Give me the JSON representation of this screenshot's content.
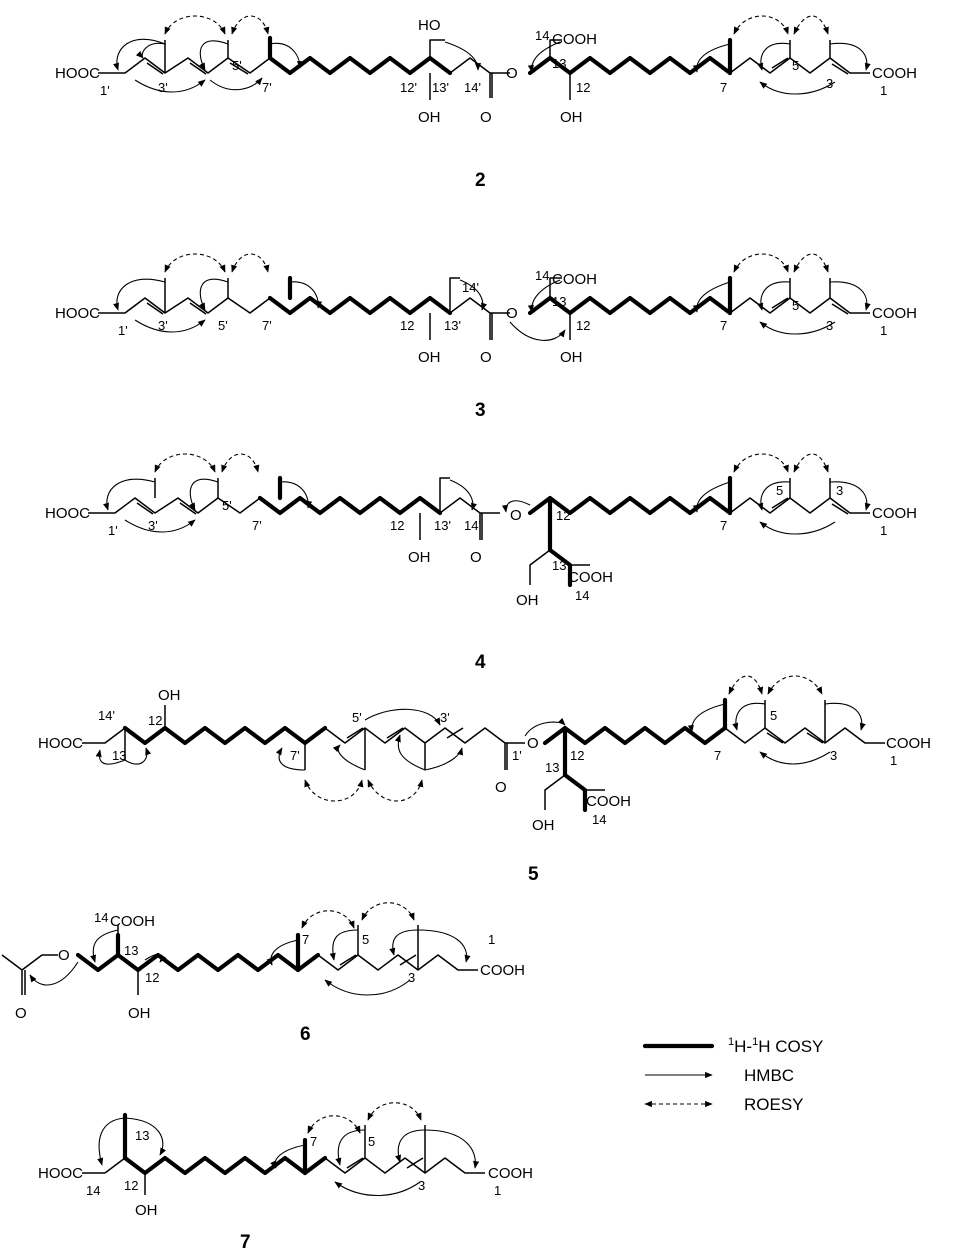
{
  "compounds": [
    {
      "id": "2",
      "labels": {
        "left_acid": "HOOC",
        "right_acid": "COOH",
        "top_acid": "COOH",
        "top_acid_num": "14",
        "hydroxyl_top": "HO",
        "hydroxyl_a": "OH",
        "hydroxyl_b": "OH",
        "ester_o": "O",
        "carbonyl_o": "O"
      },
      "atom_numbers": [
        "1'",
        "3'",
        "5'",
        "7'",
        "12'",
        "13'",
        "14'",
        "13",
        "12",
        "7",
        "5",
        "3",
        "1"
      ]
    },
    {
      "id": "3",
      "labels": {
        "left_acid": "HOOC",
        "right_acid": "COOH",
        "top_acid": "COOH",
        "top_acid_num": "14",
        "hydroxyl_a": "OH",
        "hydroxyl_b": "OH",
        "ester_o": "O",
        "carbonyl_o": "O"
      },
      "atom_numbers": [
        "1'",
        "3'",
        "5'",
        "7'",
        "12",
        "13'",
        "14'",
        "13",
        "12",
        "7",
        "5",
        "3",
        "1"
      ]
    },
    {
      "id": "4",
      "labels": {
        "left_acid": "HOOC",
        "right_acid": "COOH",
        "bottom_acid": "COOH",
        "bottom_acid_num": "14",
        "hydroxyl_a": "OH",
        "hydroxyl_b": "OH",
        "ester_o": "O",
        "carbonyl_o": "O"
      },
      "atom_numbers": [
        "1'",
        "3'",
        "5'",
        "7'",
        "12",
        "13'",
        "14'",
        "12",
        "13",
        "7",
        "5",
        "3",
        "1"
      ]
    },
    {
      "id": "5",
      "labels": {
        "left_acid": "HOOC",
        "right_acid": "COOH",
        "bottom_acid": "COOH",
        "bottom_acid_num": "14",
        "hydroxyl_top": "OH",
        "hydroxyl_b": "OH",
        "ester_o": "O",
        "carbonyl_o": "O"
      },
      "atom_numbers": [
        "14'",
        "12",
        "13",
        "7'",
        "5'",
        "3'",
        "1'",
        "13",
        "12",
        "7",
        "5",
        "3",
        "1"
      ]
    },
    {
      "id": "6",
      "labels": {
        "top_acid": "COOH",
        "top_acid_num": "14",
        "right_acid": "COOH",
        "ester_o": "O",
        "carbonyl_o": "O",
        "hydroxyl_a": "OH"
      },
      "atom_numbers": [
        "13",
        "12",
        "7",
        "5",
        "3",
        "1"
      ]
    },
    {
      "id": "7",
      "labels": {
        "left_acid": "HOOC",
        "right_acid": "COOH",
        "hydroxyl_a": "OH"
      },
      "atom_numbers": [
        "13",
        "14",
        "12",
        "7",
        "5",
        "3",
        "1"
      ]
    }
  ],
  "legend": [
    {
      "name": "cosy",
      "superscript_1": "1",
      "text_1": "H-",
      "superscript_2": "1",
      "text_2": "H COSY"
    },
    {
      "name": "hmbc",
      "text": "HMBC"
    },
    {
      "name": "roesy",
      "text": "ROESY"
    }
  ]
}
